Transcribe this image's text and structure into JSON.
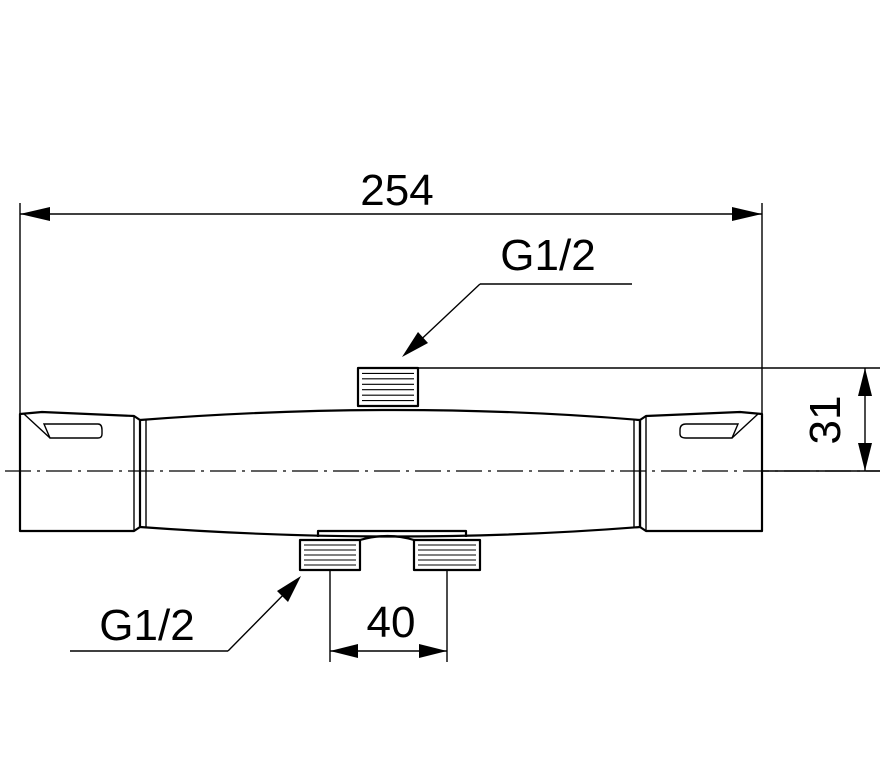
{
  "dimensions": {
    "overall_length": "254",
    "outlet_height": "31",
    "inlet_spacing": "40"
  },
  "thread_labels": {
    "outlet": "G1/2",
    "inlets": "G1/2"
  },
  "colors": {
    "ink": "#000000",
    "background": "#ffffff"
  }
}
